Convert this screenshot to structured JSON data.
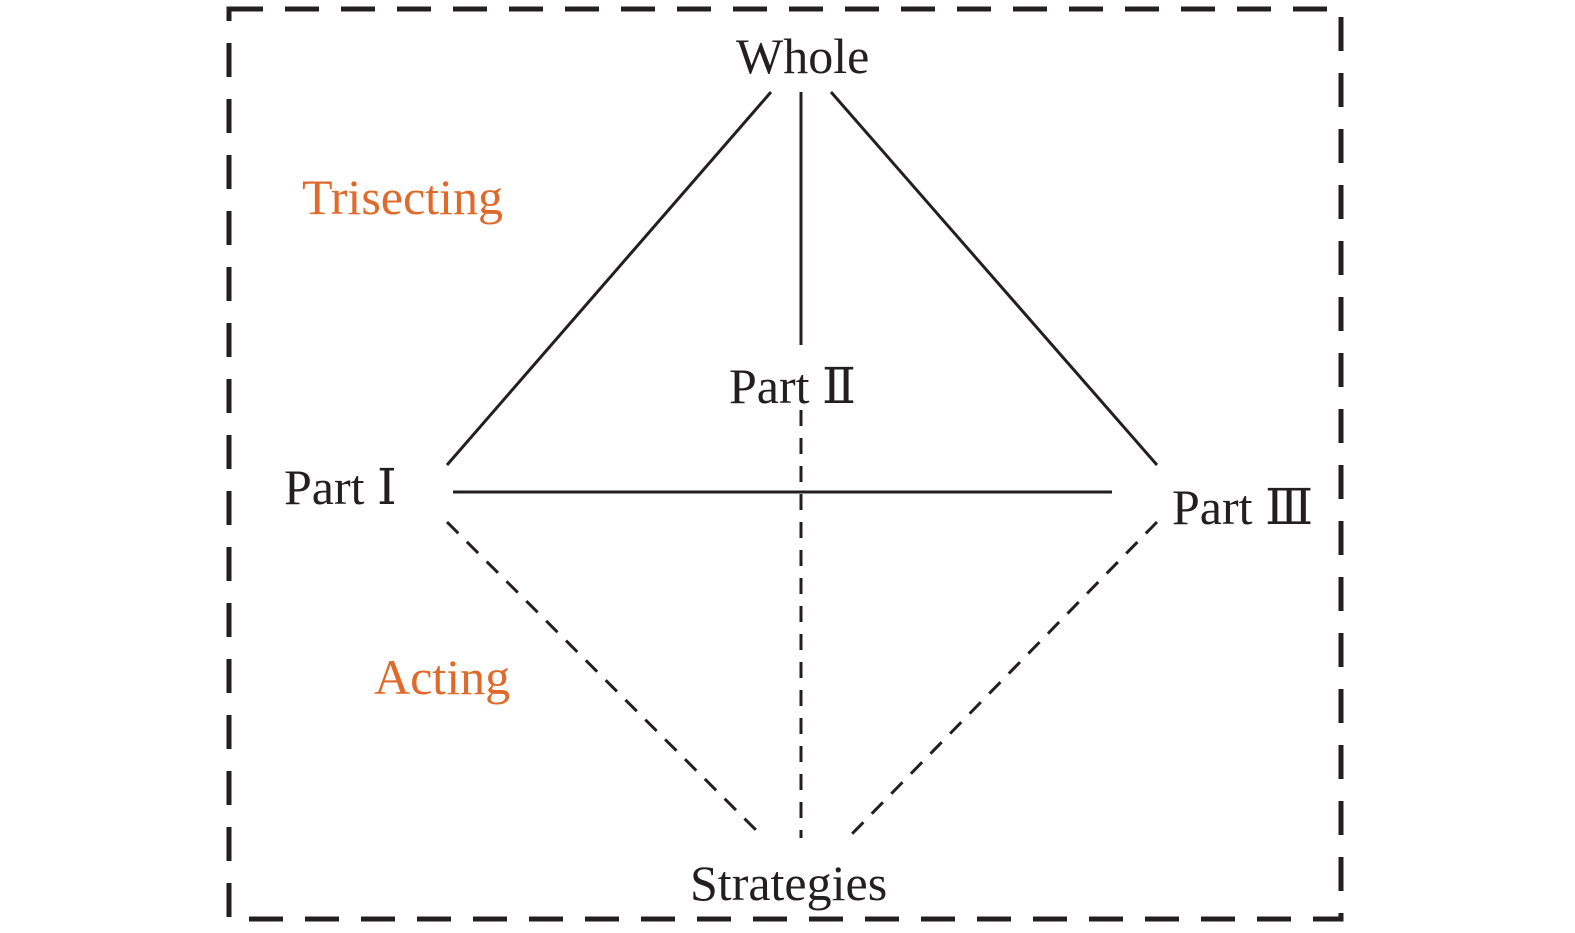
{
  "nodes": {
    "whole": "Whole",
    "part1": "Part Ⅰ",
    "part2": "Part Ⅱ",
    "part3": "Part Ⅲ",
    "strategies": "Strategies"
  },
  "labels": {
    "trisecting": "Trisecting",
    "acting": "Acting"
  },
  "colors": {
    "line": "#231f20",
    "frame": "#231f20",
    "accent": "#e06a2b"
  }
}
